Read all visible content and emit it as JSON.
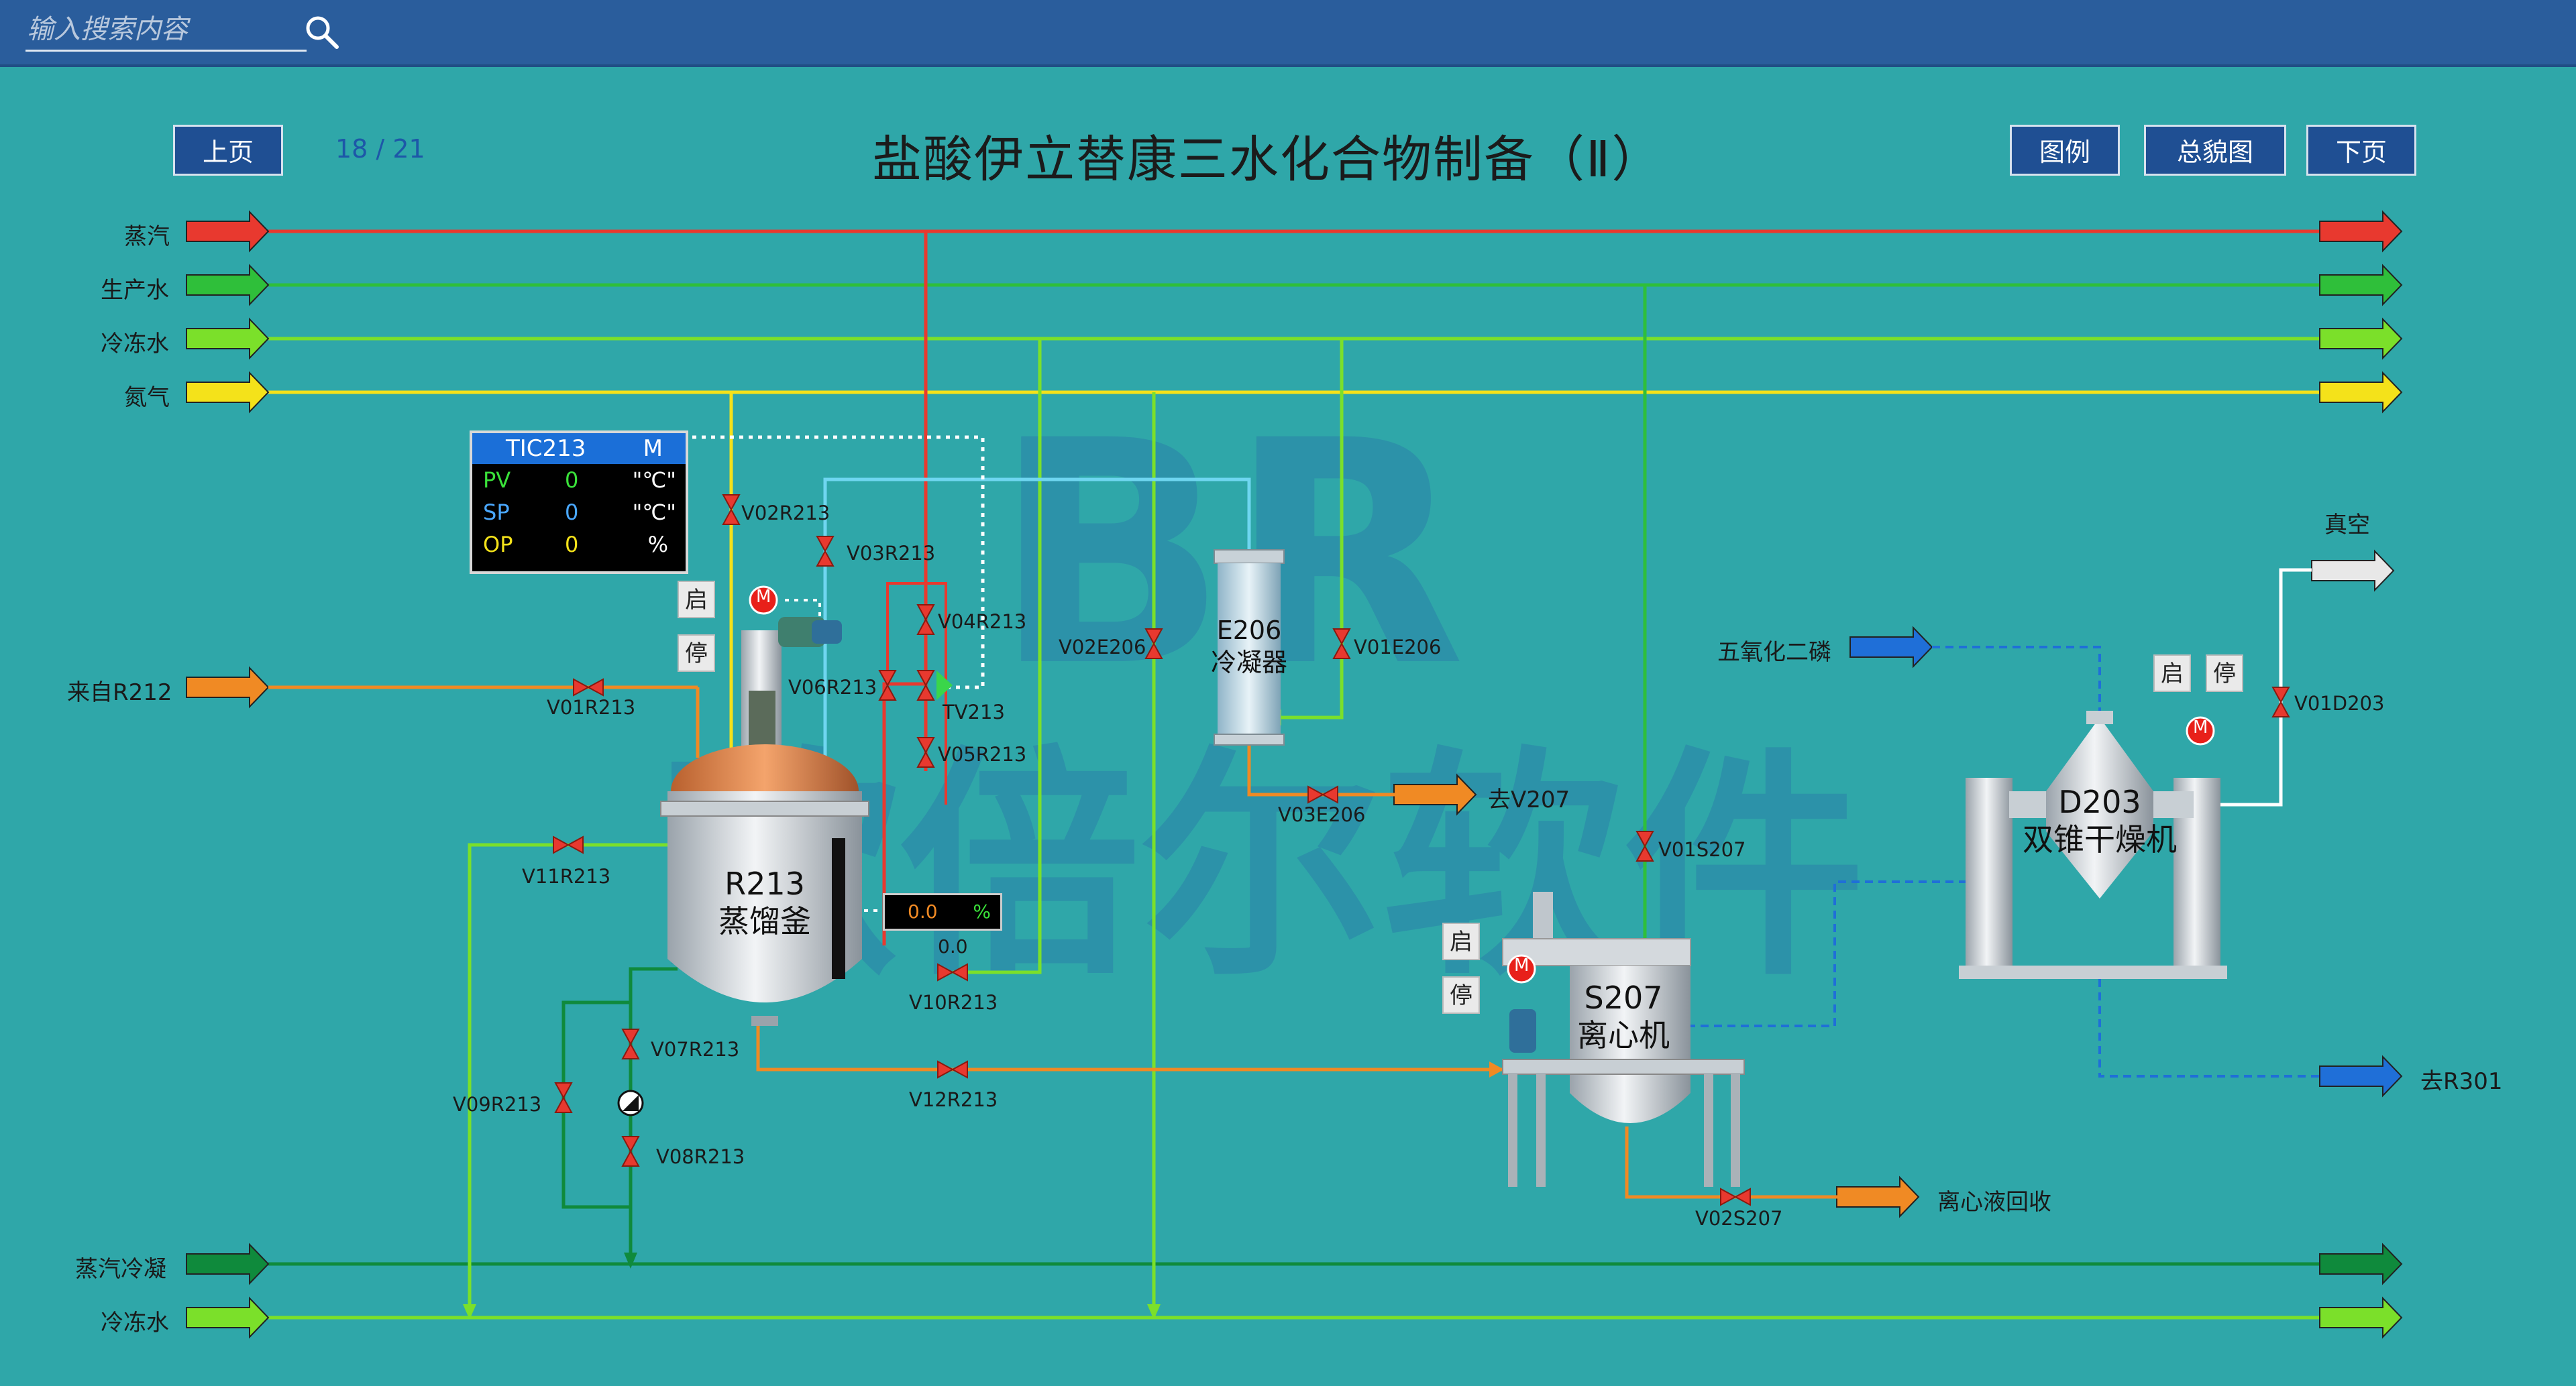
{
  "search": {
    "placeholder": "输入搜索内容"
  },
  "nav": {
    "prev": "上页",
    "page": "18 / 21",
    "legend": "图例",
    "overview": "总貌图",
    "next": "下页"
  },
  "title": "盐酸伊立替康三水化合物制备（Ⅱ）",
  "utilities": {
    "steam": "蒸汽",
    "prod_water": "生产水",
    "chilled_water": "冷冻水",
    "nitrogen": "氮气",
    "steam_cond": "蒸汽冷凝",
    "chilled_return": "冷冻水"
  },
  "feeds": {
    "from_r212": "来自R212",
    "p2o5": "五氧化二磷",
    "vacuum": "真空",
    "to_v207": "去V207",
    "to_r301": "去R301",
    "centrate": "离心液回收"
  },
  "tic": {
    "tag": "TIC213",
    "mode": "M",
    "pv_label": "PV",
    "pv_val": "0",
    "pv_unit": "\"℃\"",
    "sp_label": "SP",
    "sp_val": "0",
    "sp_unit": "\"℃\"",
    "op_label": "OP",
    "op_val": "0",
    "op_unit": "%"
  },
  "monitor": {
    "val": "0.0",
    "unit": "%",
    "val2": "0.0"
  },
  "buttons": {
    "start": "启",
    "stop": "停"
  },
  "motor": "M",
  "equipment": {
    "r213": {
      "id": "R213",
      "name": "蒸馏釜"
    },
    "e206": {
      "id": "E206",
      "name": "冷凝器"
    },
    "s207": {
      "id": "S207",
      "name": "离心机"
    },
    "d203": {
      "id": "D203",
      "name": "双锥干燥机"
    }
  },
  "valves": {
    "v01r213": "V01R213",
    "v02r213": "V02R213",
    "v03r213": "V03R213",
    "v04r213": "V04R213",
    "v05r213": "V05R213",
    "v06r213": "V06R213",
    "tv213": "TV213",
    "v07r213": "V07R213",
    "v08r213": "V08R213",
    "v09r213": "V09R213",
    "v10r213": "V10R213",
    "v11r213": "V11R213",
    "v12r213": "V12R213",
    "v01e206": "V01E206",
    "v02e206": "V02E206",
    "v03e206": "V03E206",
    "v01s207": "V01S207",
    "v02s207": "V02S207",
    "v01d203": "V01D203"
  },
  "watermark": {
    "logo": "BR",
    "company": "欧倍尔软件"
  },
  "colors": {
    "steam": "#e8392f",
    "prod_water": "#2fbf3a",
    "chilled": "#7be02a",
    "nitrogen": "#f4e21a",
    "orange": "#f08a24",
    "cooling": "#6fd6f0",
    "blue": "#1f6fd8",
    "dark_green": "#0f8a3c",
    "topbar": "#2a5d9c",
    "bg": "#2fa7a9"
  }
}
